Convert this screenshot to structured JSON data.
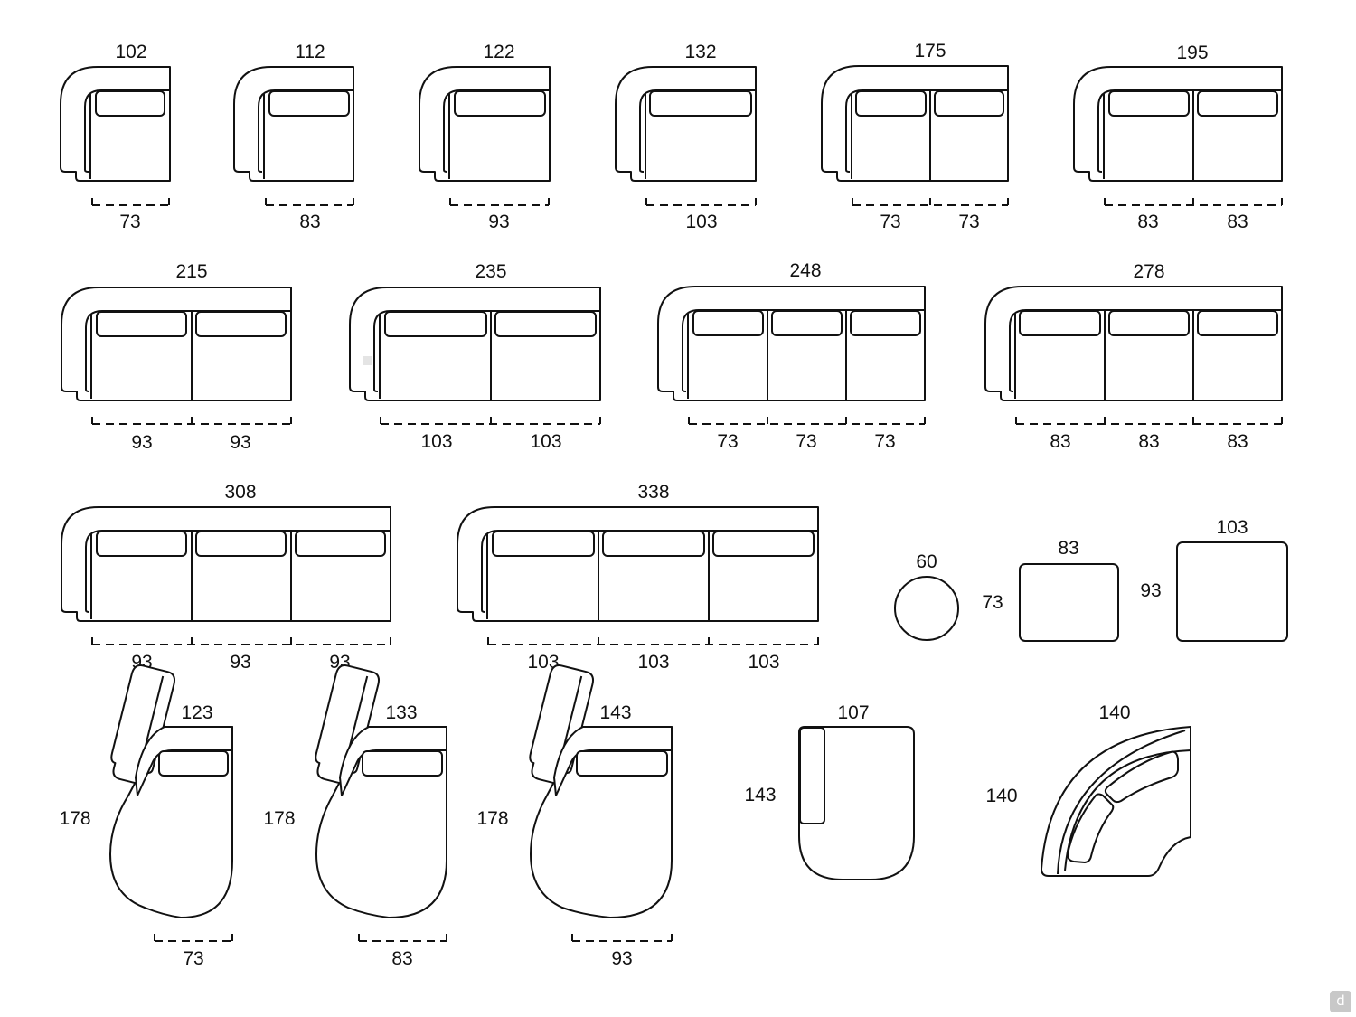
{
  "row1": {
    "sofa_102": {
      "width": "102",
      "seat": "73"
    },
    "sofa_112": {
      "width": "112",
      "seat": "83"
    },
    "sofa_122": {
      "width": "122",
      "seat": "93"
    },
    "sofa_132": {
      "width": "132",
      "seat": "103"
    },
    "sofa_175": {
      "width": "175",
      "seats": [
        "73",
        "73"
      ]
    },
    "sofa_195": {
      "width": "195",
      "seats": [
        "83",
        "83"
      ]
    }
  },
  "row2": {
    "sofa_215": {
      "width": "215",
      "seats": [
        "93",
        "93"
      ]
    },
    "sofa_235": {
      "width": "235",
      "seats": [
        "103",
        "103"
      ]
    },
    "sofa_248": {
      "width": "248",
      "seats": [
        "73",
        "73",
        "73"
      ]
    },
    "sofa_278": {
      "width": "278",
      "seats": [
        "83",
        "83",
        "83"
      ]
    }
  },
  "row3": {
    "sofa_308": {
      "width": "308",
      "seats": [
        "93",
        "93",
        "93"
      ]
    },
    "sofa_338": {
      "width": "338",
      "seats": [
        "103",
        "103",
        "103"
      ]
    },
    "pouf_round": {
      "diameter": "60"
    },
    "pouf_83": {
      "width": "83",
      "depth": "73"
    },
    "pouf_103": {
      "width": "103",
      "depth": "93"
    }
  },
  "row4": {
    "chaise_123": {
      "width": "123",
      "depth": "178",
      "seat": "73"
    },
    "chaise_133": {
      "width": "133",
      "depth": "178",
      "seat": "83"
    },
    "chaise_143": {
      "width": "143",
      "depth": "178",
      "seat": "93"
    },
    "chaise_107": {
      "width": "107",
      "depth": "143"
    },
    "corner_140": {
      "width": "140",
      "depth": "140"
    }
  },
  "watermark": "d"
}
